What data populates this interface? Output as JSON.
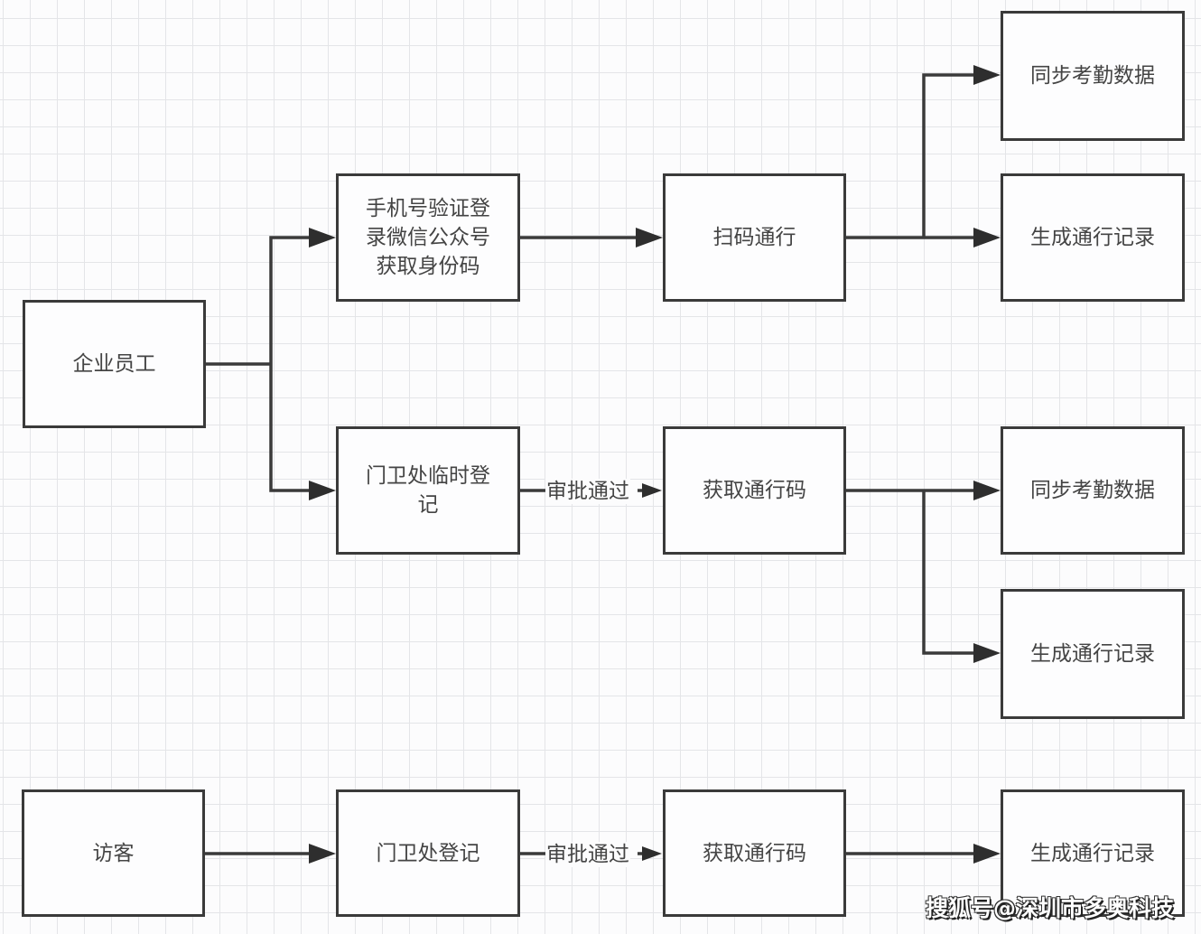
{
  "diagram": {
    "nodes": {
      "employee": "企业员工",
      "phone_verify": "手机号验证登录微信公众号获取身份码",
      "scan_pass": "扫码通行",
      "sync_attendance_1": "同步考勤数据",
      "gen_record_1": "生成通行记录",
      "guard_temp_register": "门卫处临时登记",
      "get_pass_code_1": "获取通行码",
      "sync_attendance_2": "同步考勤数据",
      "gen_record_2": "生成通行记录",
      "visitor": "访客",
      "guard_register": "门卫处登记",
      "get_pass_code_2": "获取通行码",
      "gen_record_3": "生成通行记录"
    },
    "edges": [
      {
        "from": "employee",
        "to": "phone_verify",
        "label": ""
      },
      {
        "from": "employee",
        "to": "guard_temp_register",
        "label": ""
      },
      {
        "from": "phone_verify",
        "to": "scan_pass",
        "label": ""
      },
      {
        "from": "scan_pass",
        "to": "sync_attendance_1",
        "label": ""
      },
      {
        "from": "scan_pass",
        "to": "gen_record_1",
        "label": ""
      },
      {
        "from": "guard_temp_register",
        "to": "get_pass_code_1",
        "label": "审批通过"
      },
      {
        "from": "get_pass_code_1",
        "to": "sync_attendance_2",
        "label": ""
      },
      {
        "from": "get_pass_code_1",
        "to": "gen_record_2",
        "label": ""
      },
      {
        "from": "visitor",
        "to": "guard_register",
        "label": ""
      },
      {
        "from": "guard_register",
        "to": "get_pass_code_2",
        "label": "审批通过"
      },
      {
        "from": "get_pass_code_2",
        "to": "gen_record_3",
        "label": ""
      }
    ],
    "edge_labels": {
      "approve_1": "审批通过",
      "approve_2": "审批通过"
    },
    "colors": {
      "stroke": "#3a3a3a",
      "text": "#444444",
      "grid": "#e4e5e8"
    }
  },
  "watermark": "搜狐号@深圳市多奥科技"
}
